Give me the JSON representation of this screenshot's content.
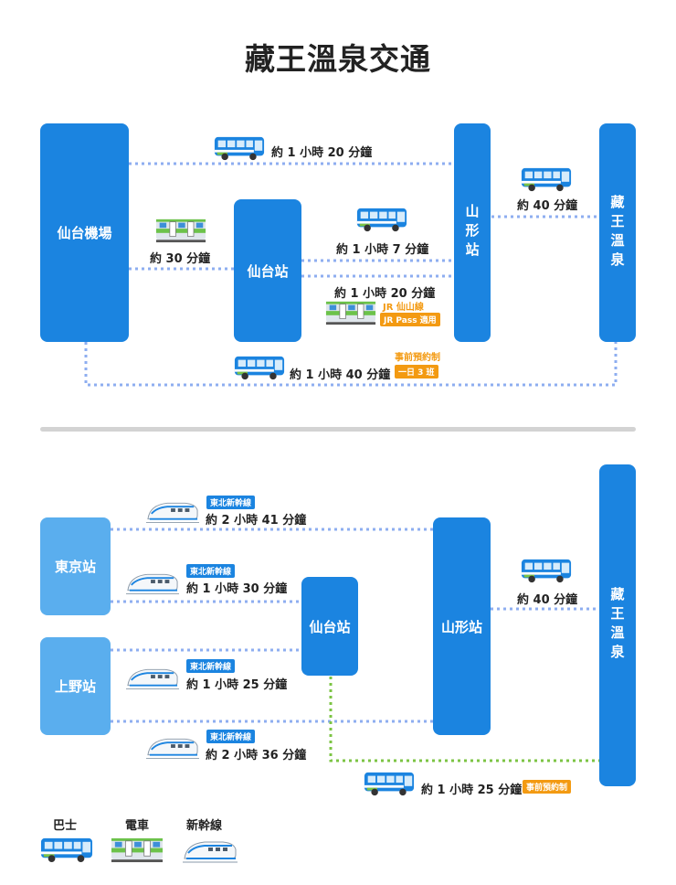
{
  "title": "藏王溫泉交通",
  "colors": {
    "station_dark": "#1b84e0",
    "station_light": "#5aaeee",
    "route_blue": "#8eaef0",
    "route_green": "#7cc444",
    "tag_orange": "#f39a12",
    "divider": "#d3d3d3"
  },
  "stations": {
    "sendai_airport": "仙台機場",
    "sendai_station": "仙台站",
    "yamagata_station": "山形站",
    "zao_onsen": "藏王溫泉",
    "tokyo_station": "東京站",
    "ueno_station": "上野站"
  },
  "section1": {
    "airport_yamagata_bus": "約 1 小時 20 分鐘",
    "yamagata_zao_bus": "約 40 分鐘",
    "airport_sendai_train": "約 30 分鐘",
    "sendai_yamagata_bus": "約 1 小時 7 分鐘",
    "sendai_yamagata_train": "約 1 小時 20 分鐘",
    "jr_line": "JR 仙山線",
    "jr_pass": "JR Pass 適用",
    "reservation": "事前預約制",
    "airport_zao_bus": "約 1 小時 40 分鐘",
    "daily": "一日 3 班"
  },
  "section2": {
    "shinkansen_name": "東北新幹線",
    "tokyo_yamagata": "約 2 小時 41 分鐘",
    "tokyo_sendai": "約 1 小時 30 分鐘",
    "ueno_sendai": "約 1 小時 25 分鐘",
    "ueno_yamagata": "約 2 小時 36 分鐘",
    "yamagata_zao_bus": "約 40 分鐘",
    "sendai_zao_bus": "約 1 小時 25 分鐘",
    "reservation": "事前預約制"
  },
  "legend": {
    "bus": "巴士",
    "train": "電車",
    "shinkansen": "新幹線"
  },
  "icons": [
    "bus-icon",
    "train-icon",
    "shinkansen-icon"
  ]
}
